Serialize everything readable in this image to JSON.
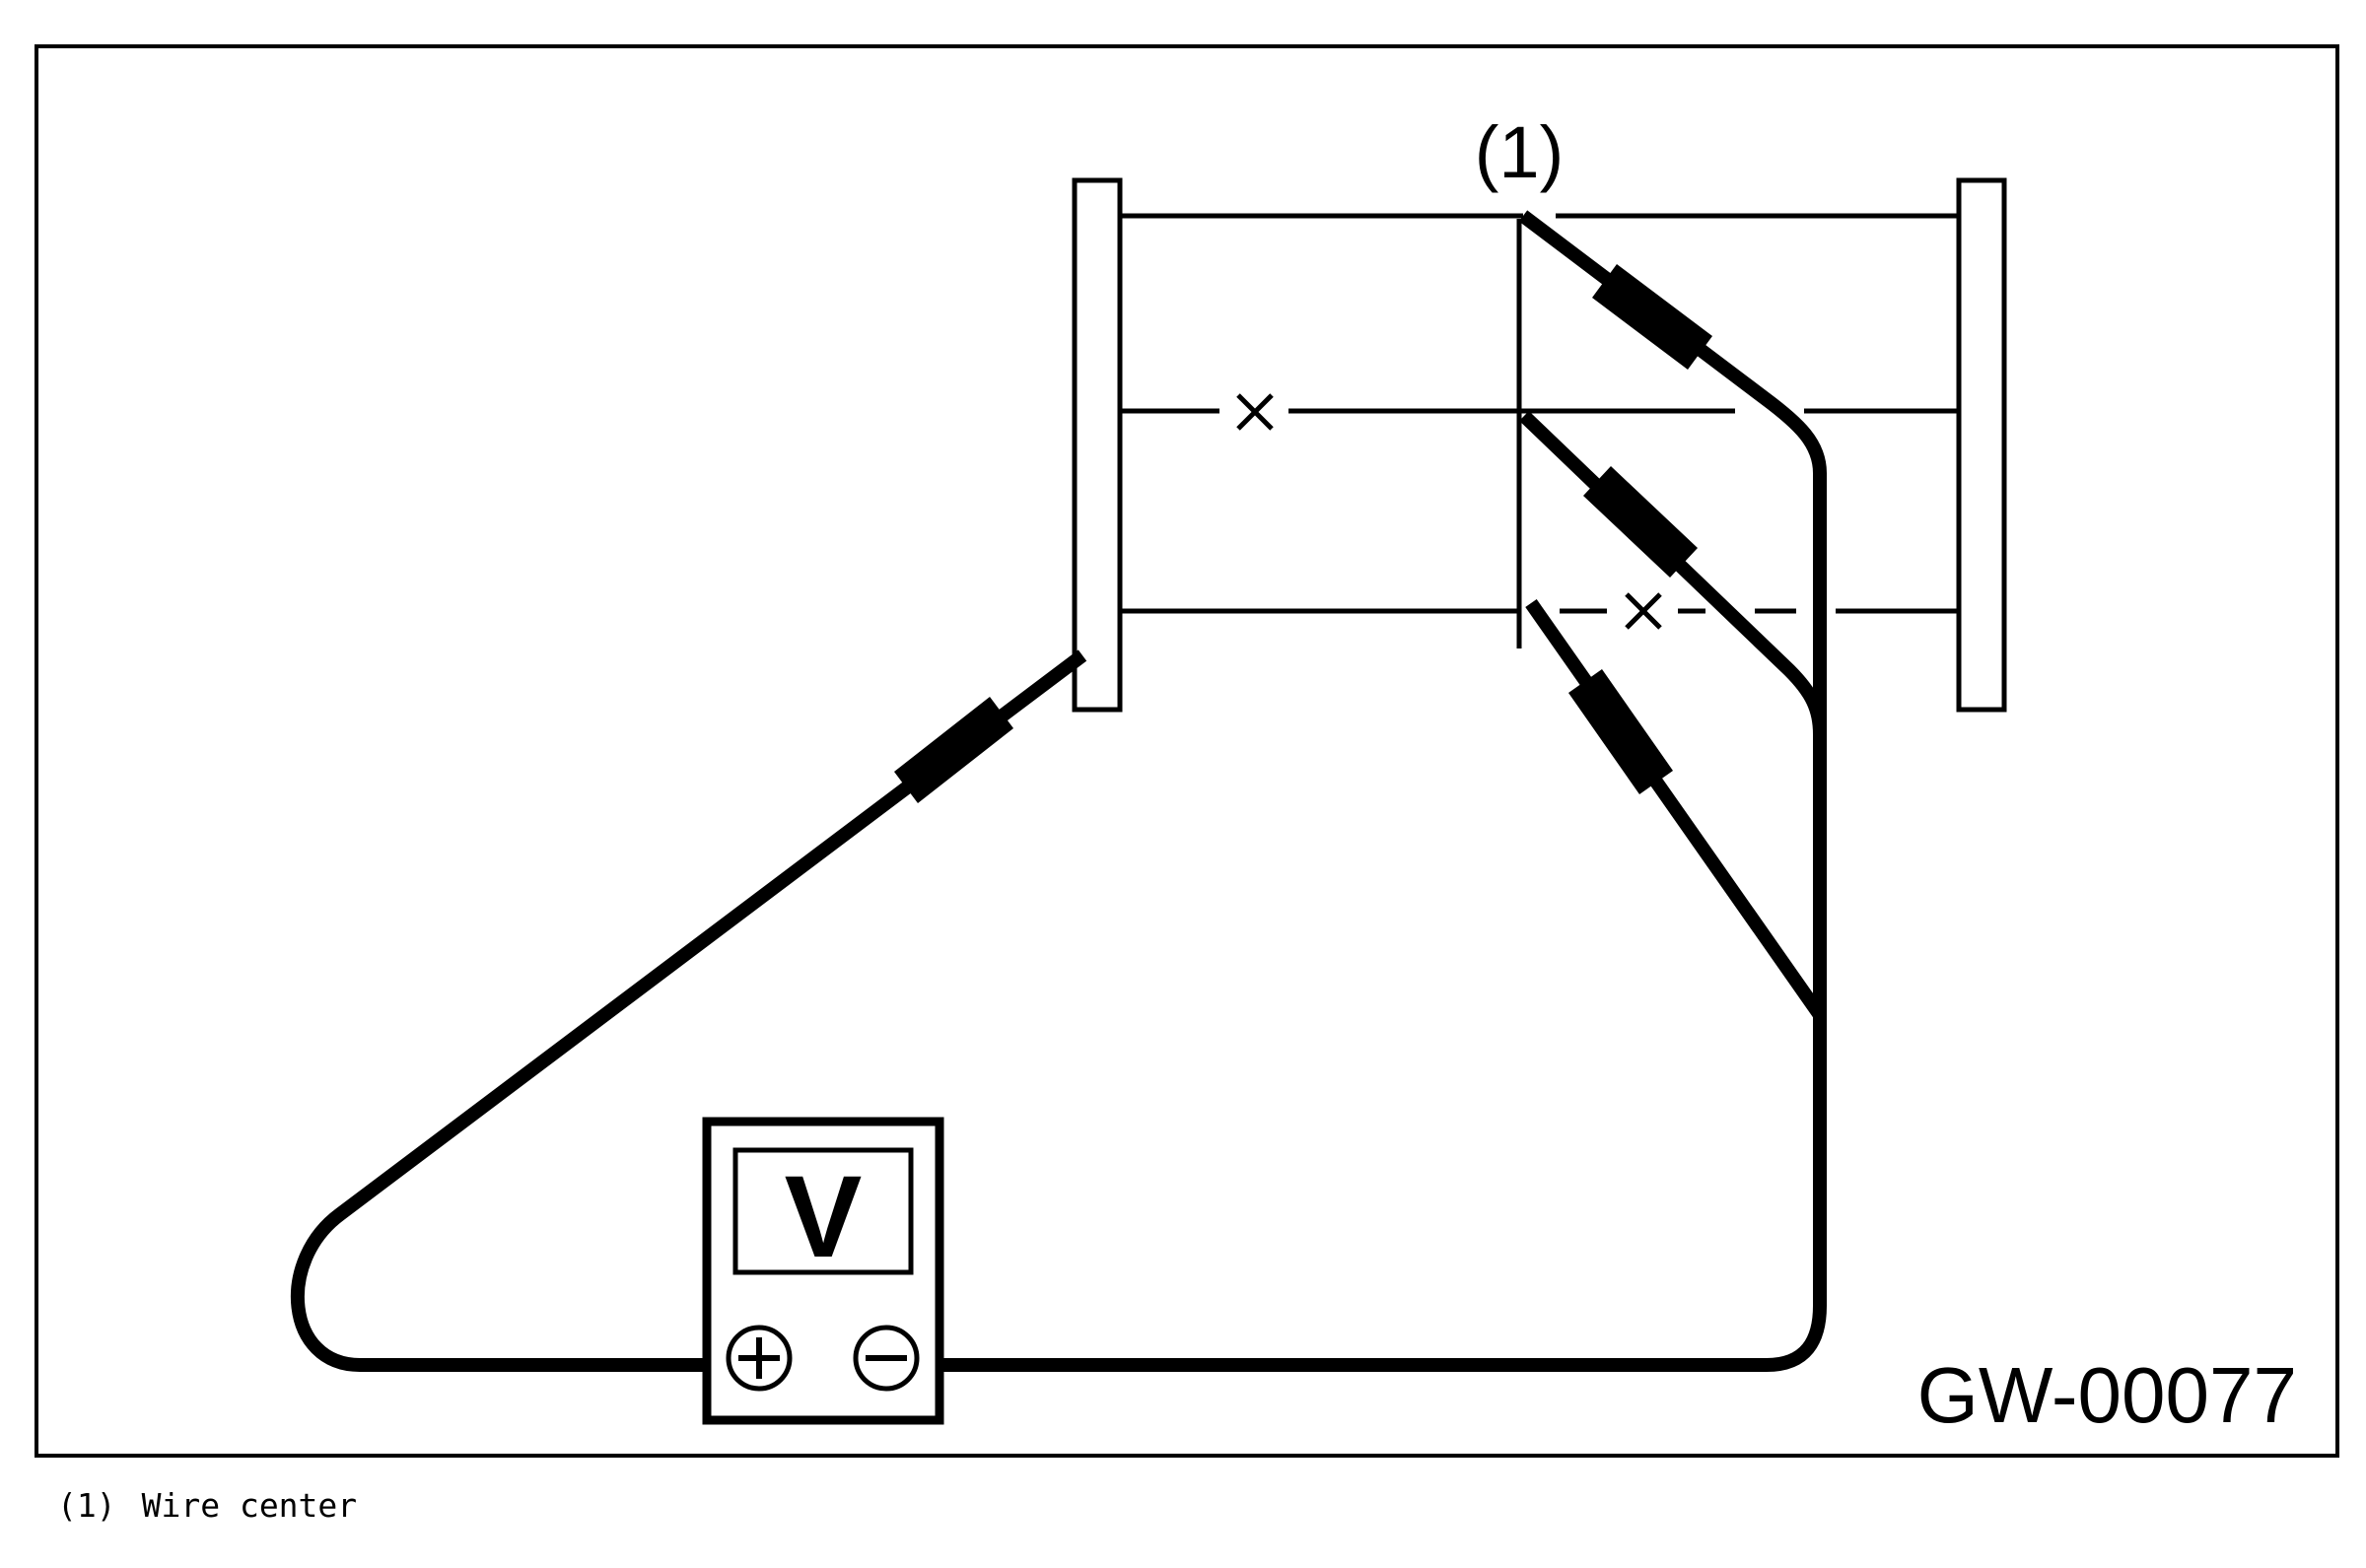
{
  "figure": {
    "callout_label": "(1)",
    "figure_code": "GW-00077",
    "voltmeter": {
      "symbol": "V",
      "positive_terminal": "⊕",
      "negative_terminal": "⊖"
    },
    "break_marker": "×"
  },
  "legend": [
    {
      "number": "(1)",
      "text": "Wire center"
    }
  ],
  "colors": {
    "line": "#000000",
    "background": "#ffffff"
  }
}
